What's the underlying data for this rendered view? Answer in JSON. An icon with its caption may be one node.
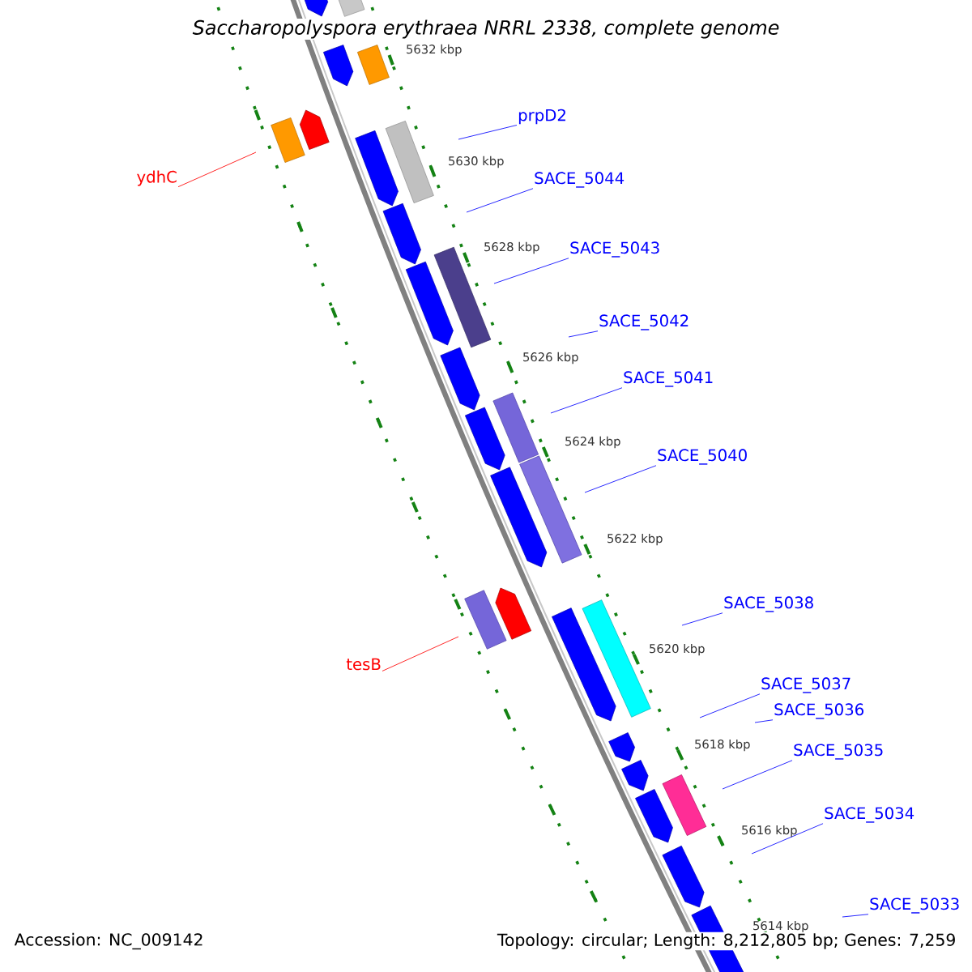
{
  "diagram": {
    "title": "Saccharopolyspora erythraea NRRL 2338, complete genome",
    "nodes": [
      {
        "text": [
          "prpD2"
        ]
      },
      {
        "text": [
          "ydhC"
        ]
      },
      {
        "text": [
          "SACE_5044"
        ]
      },
      {
        "text": [
          "SACE_5043"
        ]
      },
      {
        "text": [
          "SACE_5042"
        ]
      },
      {
        "text": [
          "SACE_5041"
        ]
      },
      {
        "text": [
          "SACE_5040"
        ]
      },
      {
        "text": [
          "SACE_5038"
        ]
      },
      {
        "text": [
          "tesB"
        ]
      },
      {
        "text": [
          "SACE_5037"
        ]
      },
      {
        "text": [
          "SACE_5036"
        ]
      },
      {
        "text": [
          "SACE_5035"
        ]
      },
      {
        "text": [
          "SACE_5034"
        ]
      },
      {
        "text": [
          "SACE_5033"
        ]
      }
    ],
    "edges": [
      {
        "from": 0,
        "to": null,
        "arrow": "none"
      },
      {
        "from": 1,
        "to": null,
        "arrow": "none",
        "color": "#ff0000"
      },
      {
        "from": 2,
        "to": null,
        "arrow": "none"
      },
      {
        "from": 3,
        "to": null,
        "arrow": "none"
      },
      {
        "from": 4,
        "to": null,
        "arrow": "none"
      },
      {
        "from": 5,
        "to": null,
        "arrow": "none"
      },
      {
        "from": 6,
        "to": null,
        "arrow": "none"
      },
      {
        "from": 7,
        "to": null,
        "arrow": "none"
      },
      {
        "from": 8,
        "to": null,
        "arrow": "none",
        "color": "#ff0000"
      },
      {
        "from": 9,
        "to": null,
        "arrow": "none"
      },
      {
        "from": 10,
        "to": null,
        "arrow": "none"
      },
      {
        "from": 11,
        "to": null,
        "arrow": "none"
      },
      {
        "from": 12,
        "to": null,
        "arrow": "none"
      },
      {
        "from": 13,
        "to": null,
        "arrow": "none"
      }
    ],
    "labels": [
      "5632 kbp",
      "5630 kbp",
      "5628 kbp",
      "5626 kbp",
      "5624 kbp",
      "5622 kbp",
      "5620 kbp",
      "5618 kbp",
      "5616 kbp",
      "5614 kbp",
      "Accession: NC_009142",
      "Topology: circular; Length: 8,212,805 bp; Genes: 7,259"
    ]
  }
}
